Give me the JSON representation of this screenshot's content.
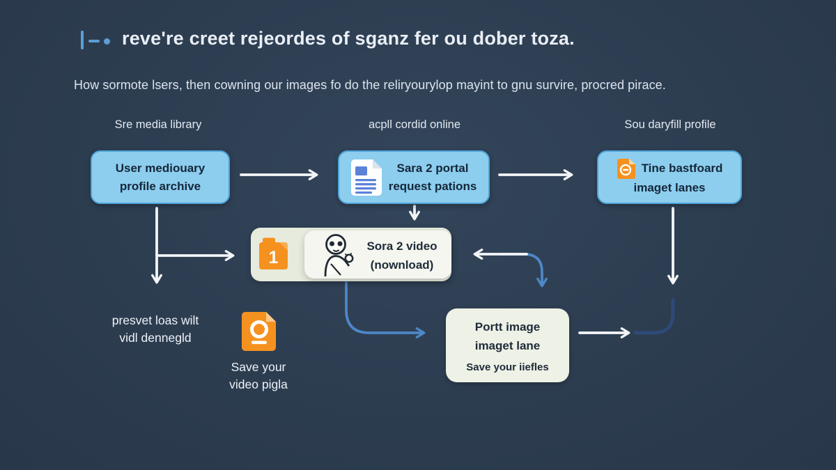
{
  "colors": {
    "background": "#2d3d50",
    "accent_blue": "#5b9fd4",
    "box_blue_fill": "#8dcdee",
    "box_blue_border": "#4fa3d6",
    "box_light_fill": "#eef1e5",
    "orange": "#f5921f",
    "arrow_white": "#f3f5f7",
    "arrow_blue": "#4d87c7",
    "arrow_navy": "#2e4a77",
    "dark_text": "#14273a"
  },
  "header": {
    "title": "reve're creet rejeordes of sganz fer ou dober toza.",
    "subtitle": "How sormote lsers, then cowning our images fo do the reliryourylop mayint to gnu survire, procred pirace."
  },
  "columns": {
    "media_library": "Sre media library",
    "cordid_online": "acpll cordid online",
    "daryfill_profile": "Sou daryfill profile"
  },
  "boxes": {
    "user_profile": {
      "line1": "User mediouary",
      "line2": "profile archive"
    },
    "sara_portal": {
      "line1": "Sara 2 portal",
      "line2": "request pations",
      "icon": "document-icon"
    },
    "tine_bastfoard": {
      "line1": "Tine bastfoard",
      "line2": "imaget lanes",
      "icon": "orange-file-icon"
    },
    "sora_video": {
      "line1": "Sora 2 video",
      "line2": "(nownload)",
      "folder_badge": "1",
      "icon": "person-waving-icon"
    },
    "portt_image": {
      "line1": "Portt image",
      "line2": "imaget lane",
      "line3": "Save your iiefles"
    }
  },
  "notes": {
    "presvet": {
      "line1": "presvet loas wilt",
      "line2": "vidl dennegld"
    },
    "save_video": {
      "line1": "Save your",
      "line2": "video pigla",
      "icon": "orange-save-file-icon"
    }
  }
}
